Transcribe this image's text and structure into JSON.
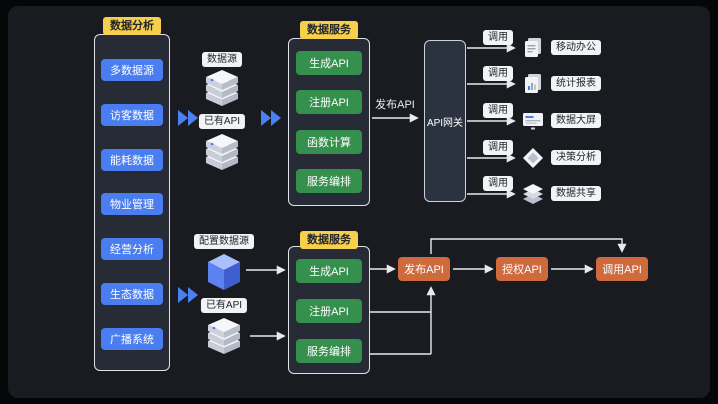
{
  "colors": {
    "background": "#191b20",
    "panel_fill": "#262b35",
    "panel_border": "#dfe2e8",
    "yellow_badge_bg": "#f6cf4c",
    "yellow_badge_text": "#22252b",
    "blue_node": "#4a7df0",
    "green_node": "#35904d",
    "orange_node": "#cf6a3c",
    "gateway_fill": "#2c3340",
    "white_badge_bg": "#f2f3f5",
    "white_badge_text": "#22252b",
    "chevron_arrow": "#4a80f0",
    "connector_line": "#e8eaee"
  },
  "analysis_panel": {
    "title": "数据分析",
    "items": [
      "多数据源",
      "访客数据",
      "能耗数据",
      "物业管理",
      "经营分析",
      "生态数据",
      "广播系统"
    ]
  },
  "top_flow": {
    "datasource_badge": "数据源",
    "existing_api_badge": "已有API",
    "service_panel": {
      "title": "数据服务",
      "items": [
        "生成API",
        "注册API",
        "函数计算",
        "服务编排"
      ]
    },
    "publish_label": "发布API",
    "gateway_label": "API网关",
    "call_label": "调用",
    "consumers": [
      "移动办公",
      "统计报表",
      "数据大屏",
      "决策分析",
      "数据共享"
    ]
  },
  "bottom_flow": {
    "config_datasource_badge": "配置数据源",
    "existing_api_badge": "已有API",
    "service_panel": {
      "title": "数据服务",
      "items": [
        "生成API",
        "注册API",
        "服务编排"
      ]
    },
    "steps": [
      "发布API",
      "授权API",
      "调用API"
    ]
  }
}
